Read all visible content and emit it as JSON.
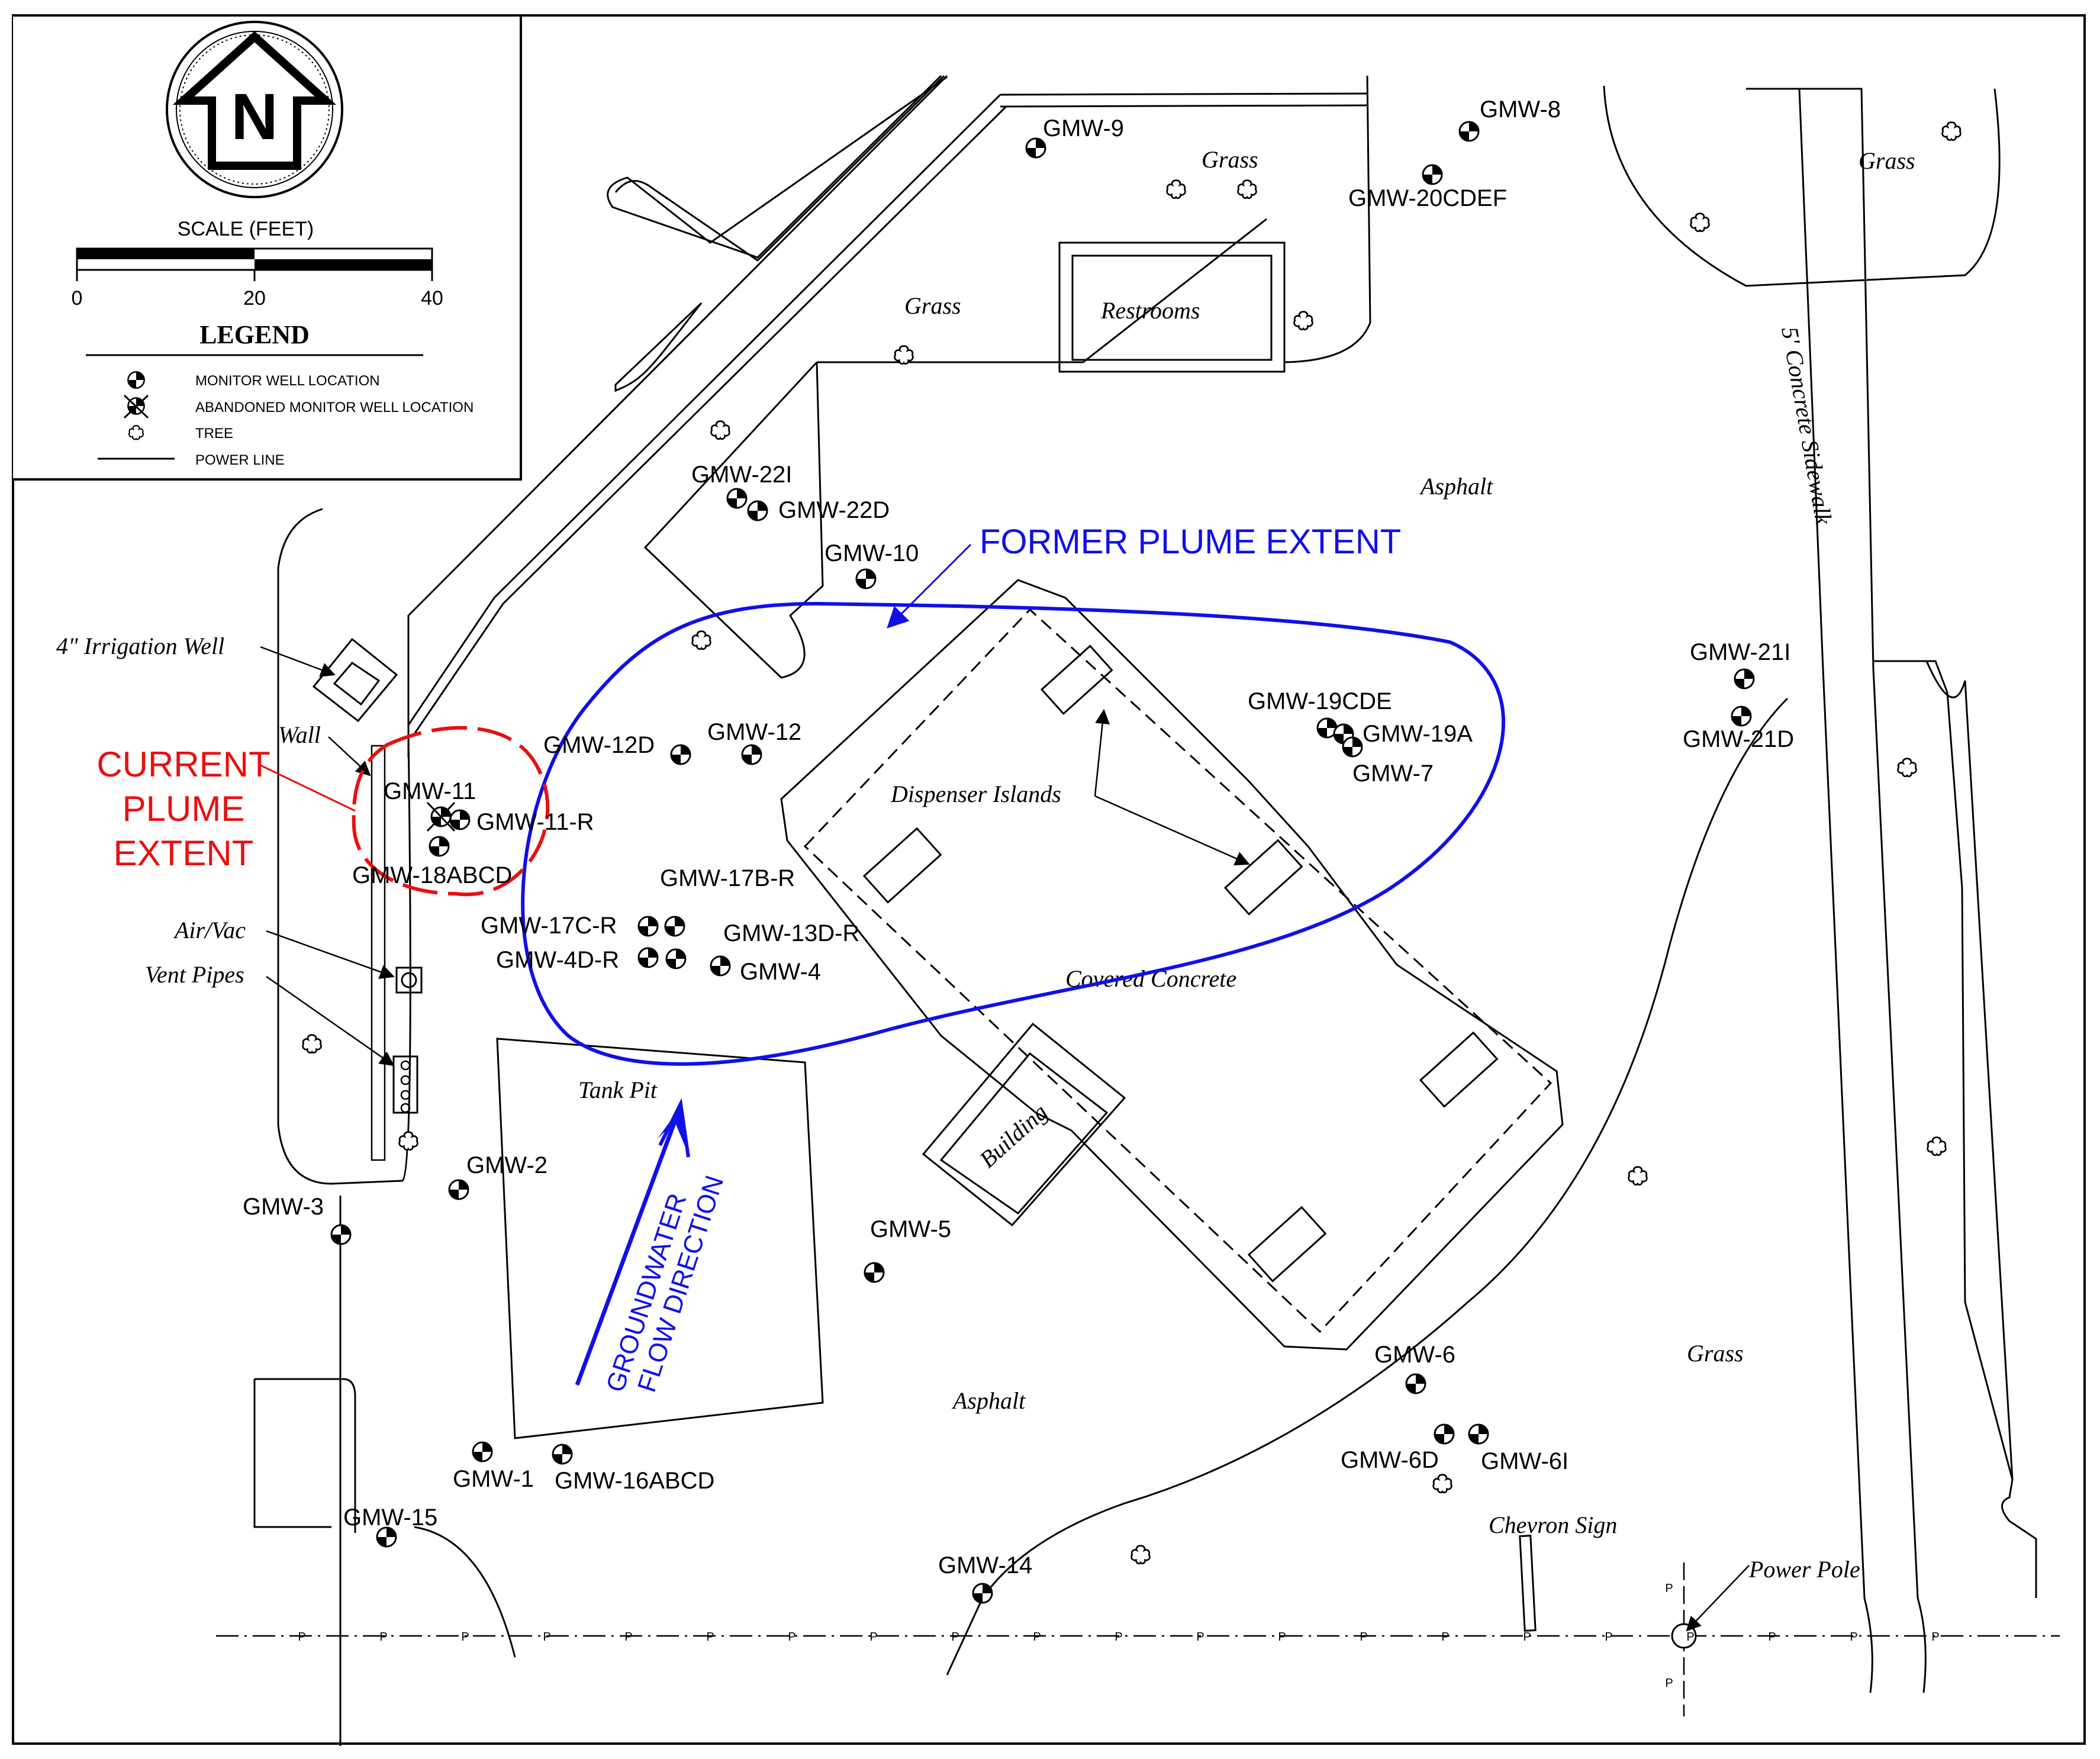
{
  "legend": {
    "title": "LEGEND",
    "scale_title": "SCALE (FEET)",
    "scale_ticks": [
      "0",
      "20",
      "40"
    ],
    "items": [
      {
        "symbol": "monitor-well-icon",
        "label": "MONITOR WELL LOCATION"
      },
      {
        "symbol": "abandoned-well-icon",
        "label": "ABANDONED MONITOR WELL LOCATION"
      },
      {
        "symbol": "tree-icon",
        "label": "TREE"
      },
      {
        "symbol": "power-line-icon",
        "label": "POWER LINE"
      }
    ],
    "north_label": "N"
  },
  "annotations": {
    "current_plume": [
      "CURRENT",
      "PLUME",
      "EXTENT"
    ],
    "former_plume": "FORMER PLUME EXTENT",
    "groundwater": [
      "GROUNDWATER",
      "FLOW DIRECTION"
    ]
  },
  "colors": {
    "current_plume": "#e81010",
    "former_plume": "#1010e8",
    "groundwater": "#1010e8"
  },
  "features": {
    "grass_1": "Grass",
    "grass_2": "Grass",
    "grass_3": "Grass",
    "grass_4": "Grass",
    "restrooms": "Restrooms",
    "asphalt_1": "Asphalt",
    "asphalt_2": "Asphalt",
    "sidewalk": "5' Concrete Sidewalk",
    "irrigation_well": "4\" Irrigation Well",
    "wall": "Wall",
    "air_vac": "Air/Vac",
    "vent_pipes": "Vent Pipes",
    "dispenser_islands": "Dispenser Islands",
    "covered_concrete": "Covered Concrete",
    "tank_pit": "Tank Pit",
    "building": "Building",
    "chevron_sign": "Chevron Sign",
    "power_pole": "Power Pole",
    "power_line_marker": "P"
  },
  "wells": [
    {
      "id": "GMW-9"
    },
    {
      "id": "GMW-8"
    },
    {
      "id": "GMW-20CDEF"
    },
    {
      "id": "GMW-22I"
    },
    {
      "id": "GMW-22D"
    },
    {
      "id": "GMW-10"
    },
    {
      "id": "GMW-12D"
    },
    {
      "id": "GMW-12"
    },
    {
      "id": "GMW-11"
    },
    {
      "id": "GMW-11-R"
    },
    {
      "id": "GMW-18ABCD"
    },
    {
      "id": "GMW-17B-R"
    },
    {
      "id": "GMW-17C-R"
    },
    {
      "id": "GMW-13D-R"
    },
    {
      "id": "GMW-4D-R"
    },
    {
      "id": "GMW-4"
    },
    {
      "id": "GMW-19CDE"
    },
    {
      "id": "GMW-19A"
    },
    {
      "id": "GMW-7"
    },
    {
      "id": "GMW-21I"
    },
    {
      "id": "GMW-21D"
    },
    {
      "id": "GMW-2"
    },
    {
      "id": "GMW-3"
    },
    {
      "id": "GMW-5"
    },
    {
      "id": "GMW-6"
    },
    {
      "id": "GMW-6D"
    },
    {
      "id": "GMW-6I"
    },
    {
      "id": "GMW-1"
    },
    {
      "id": "GMW-16ABCD"
    },
    {
      "id": "GMW-15"
    },
    {
      "id": "GMW-14"
    }
  ]
}
